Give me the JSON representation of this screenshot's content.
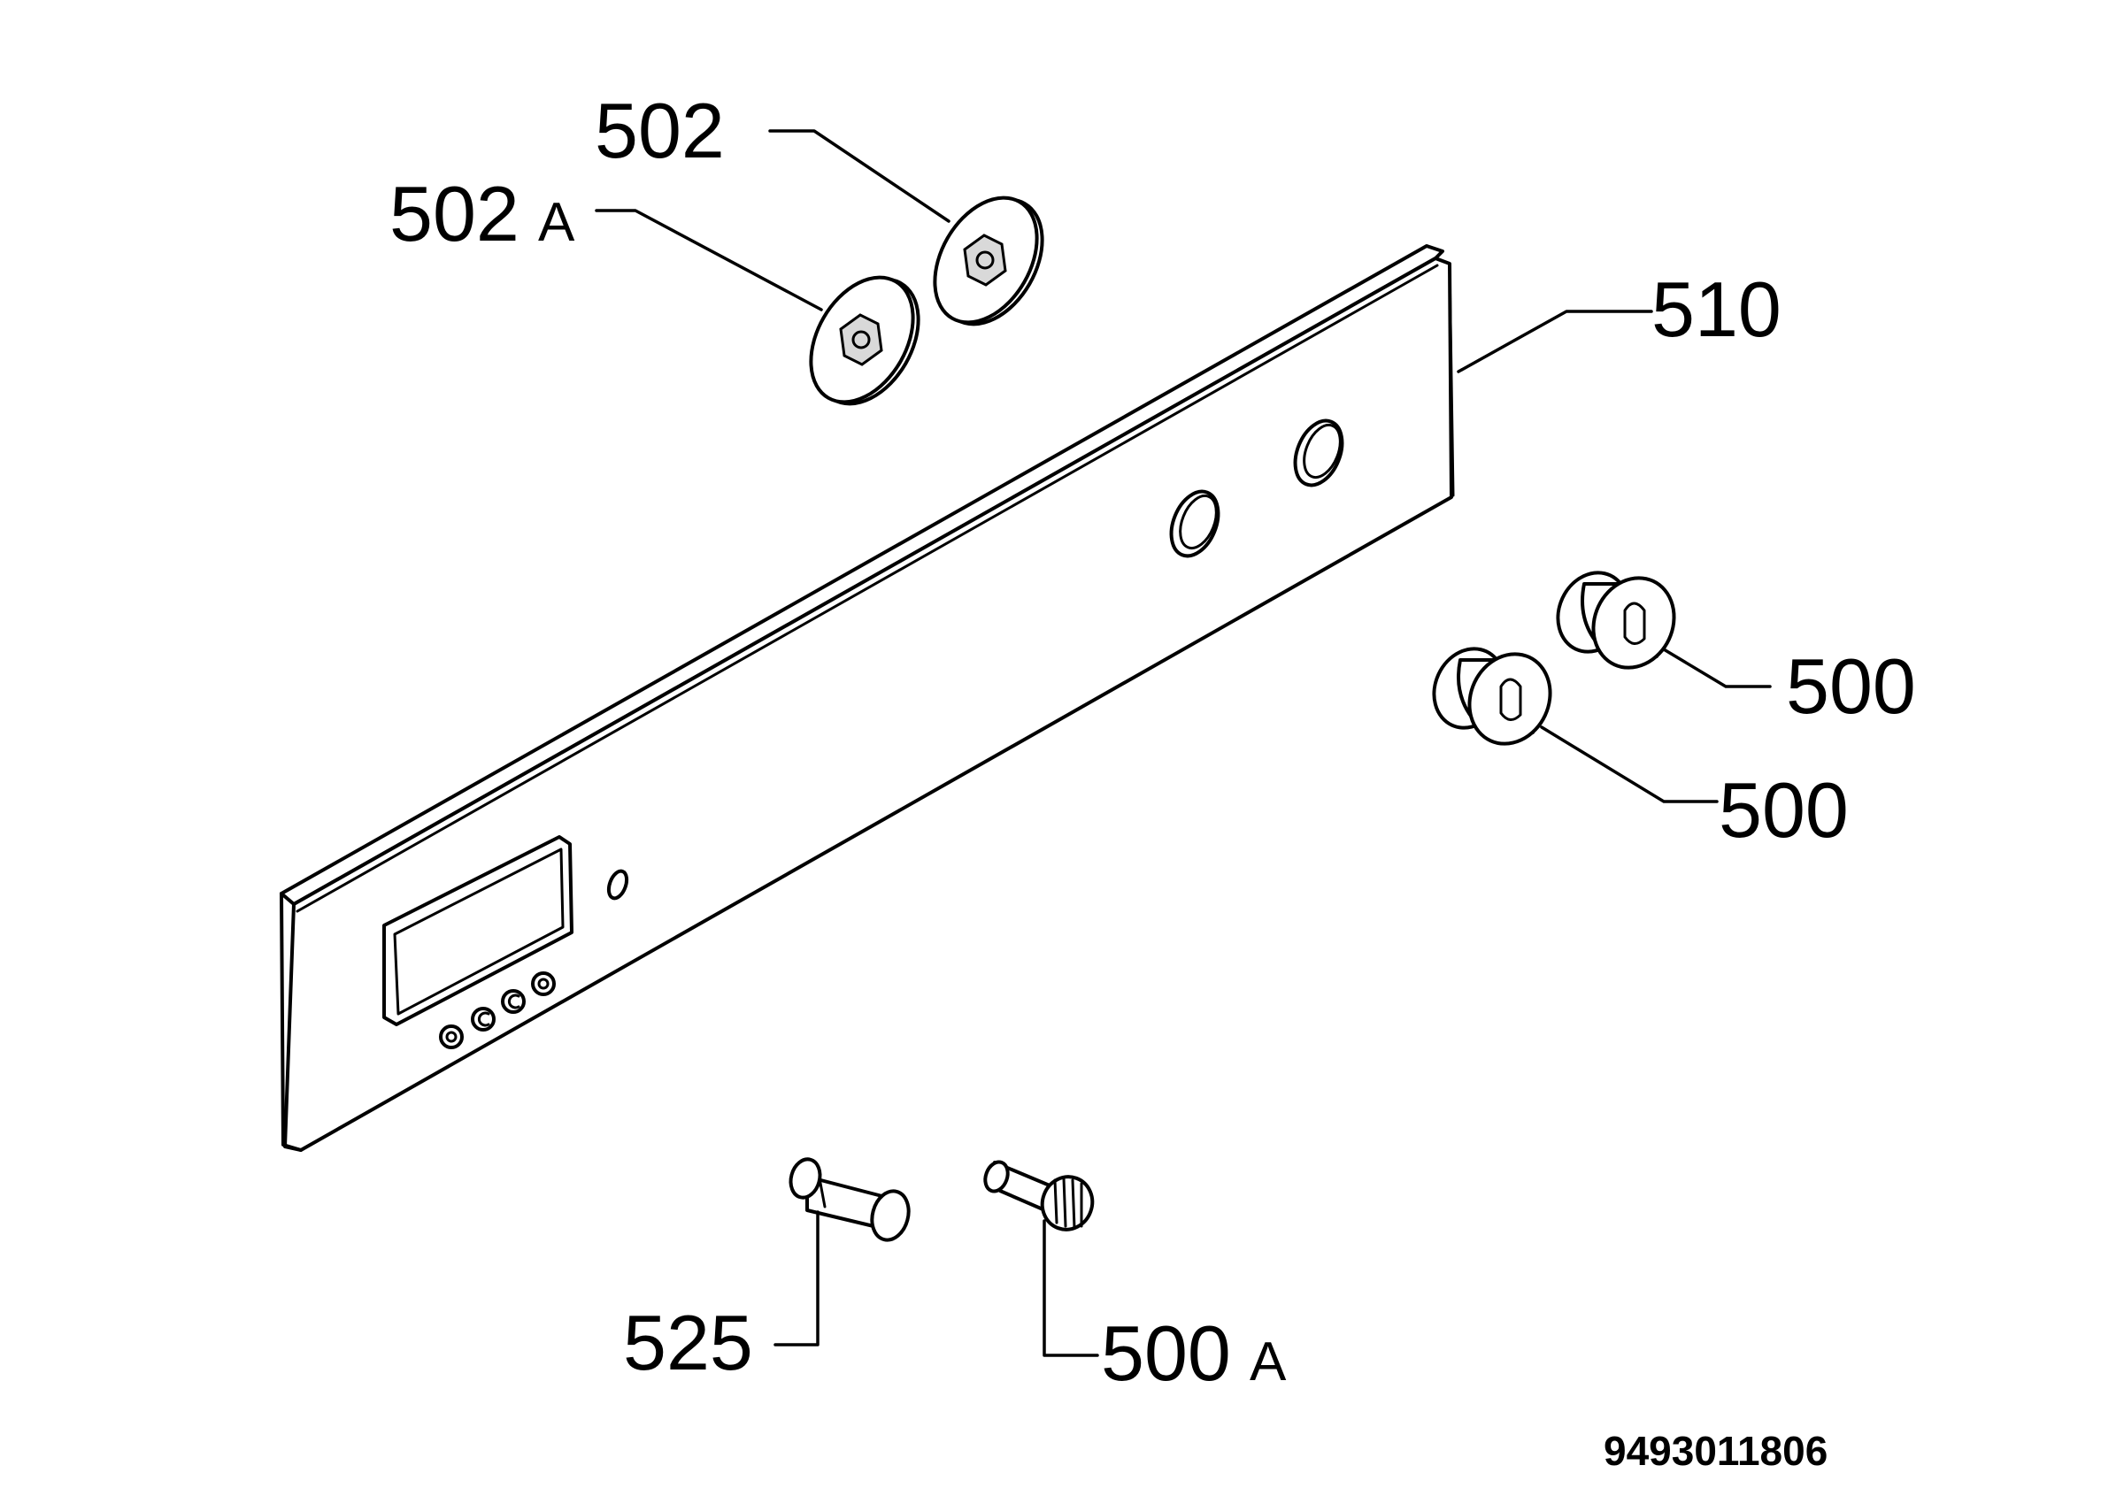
{
  "diagram": {
    "labels": {
      "l502": "502",
      "l502a_num": "502",
      "l502a_suffix": "A",
      "l510": "510",
      "l500_upper": "500",
      "l500_lower": "500",
      "l525": "525",
      "l500a_num": "500",
      "l500a_suffix": "A"
    },
    "drawing_code": "9493011806"
  }
}
